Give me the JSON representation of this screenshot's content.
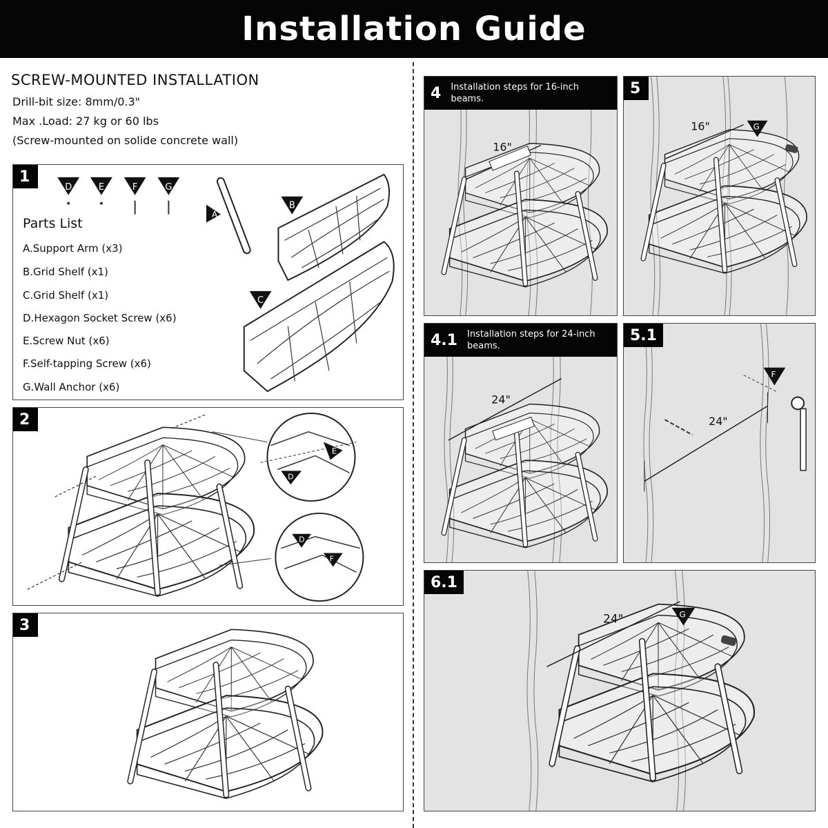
{
  "header": {
    "title": "Installation Guide"
  },
  "intro": {
    "title": "SCREW-MOUNTED INSTALLATION",
    "drill_bit": "Drill-bit size: 8mm/0.3\"",
    "max_load": "Max .Load: 27 kg or 60 lbs",
    "note": "(Screw-mounted on solide concrete wall)"
  },
  "step1": {
    "number": "1",
    "parts_title": "Parts List",
    "parts": [
      "A.Support Arm (x3)",
      "B.Grid Shelf (x1)",
      "C.Grid Shelf (x1)",
      "D.Hexagon Socket Screw (x6)",
      "E.Screw Nut (x6)",
      "F.Self-tapping Screw (x6)",
      "G.Wall Anchor (x6)"
    ],
    "marker_labels": {
      "d": "D",
      "e": "E",
      "f": "F",
      "g": "G",
      "a": "A",
      "b": "B",
      "c": "C"
    }
  },
  "step2": {
    "number": "2",
    "labels": {
      "e": "E",
      "d1": "D",
      "d2": "D",
      "f": "F"
    }
  },
  "step3": {
    "number": "3"
  },
  "step4": {
    "number": "4",
    "caption_line1": "Installation steps for 16-inch",
    "caption_line2": "beams.",
    "measure": "16\""
  },
  "step5": {
    "number": "5",
    "measure": "16\"",
    "label_g": "G"
  },
  "step41": {
    "number": "4.1",
    "caption_line1": "Installation steps for 24-inch",
    "caption_line2": "beams.",
    "measure": "24\""
  },
  "step51": {
    "number": "5.1",
    "measure": "24\"",
    "label_f": "F"
  },
  "step61": {
    "number": "6.1",
    "measure": "24\"",
    "label_g": "G"
  }
}
